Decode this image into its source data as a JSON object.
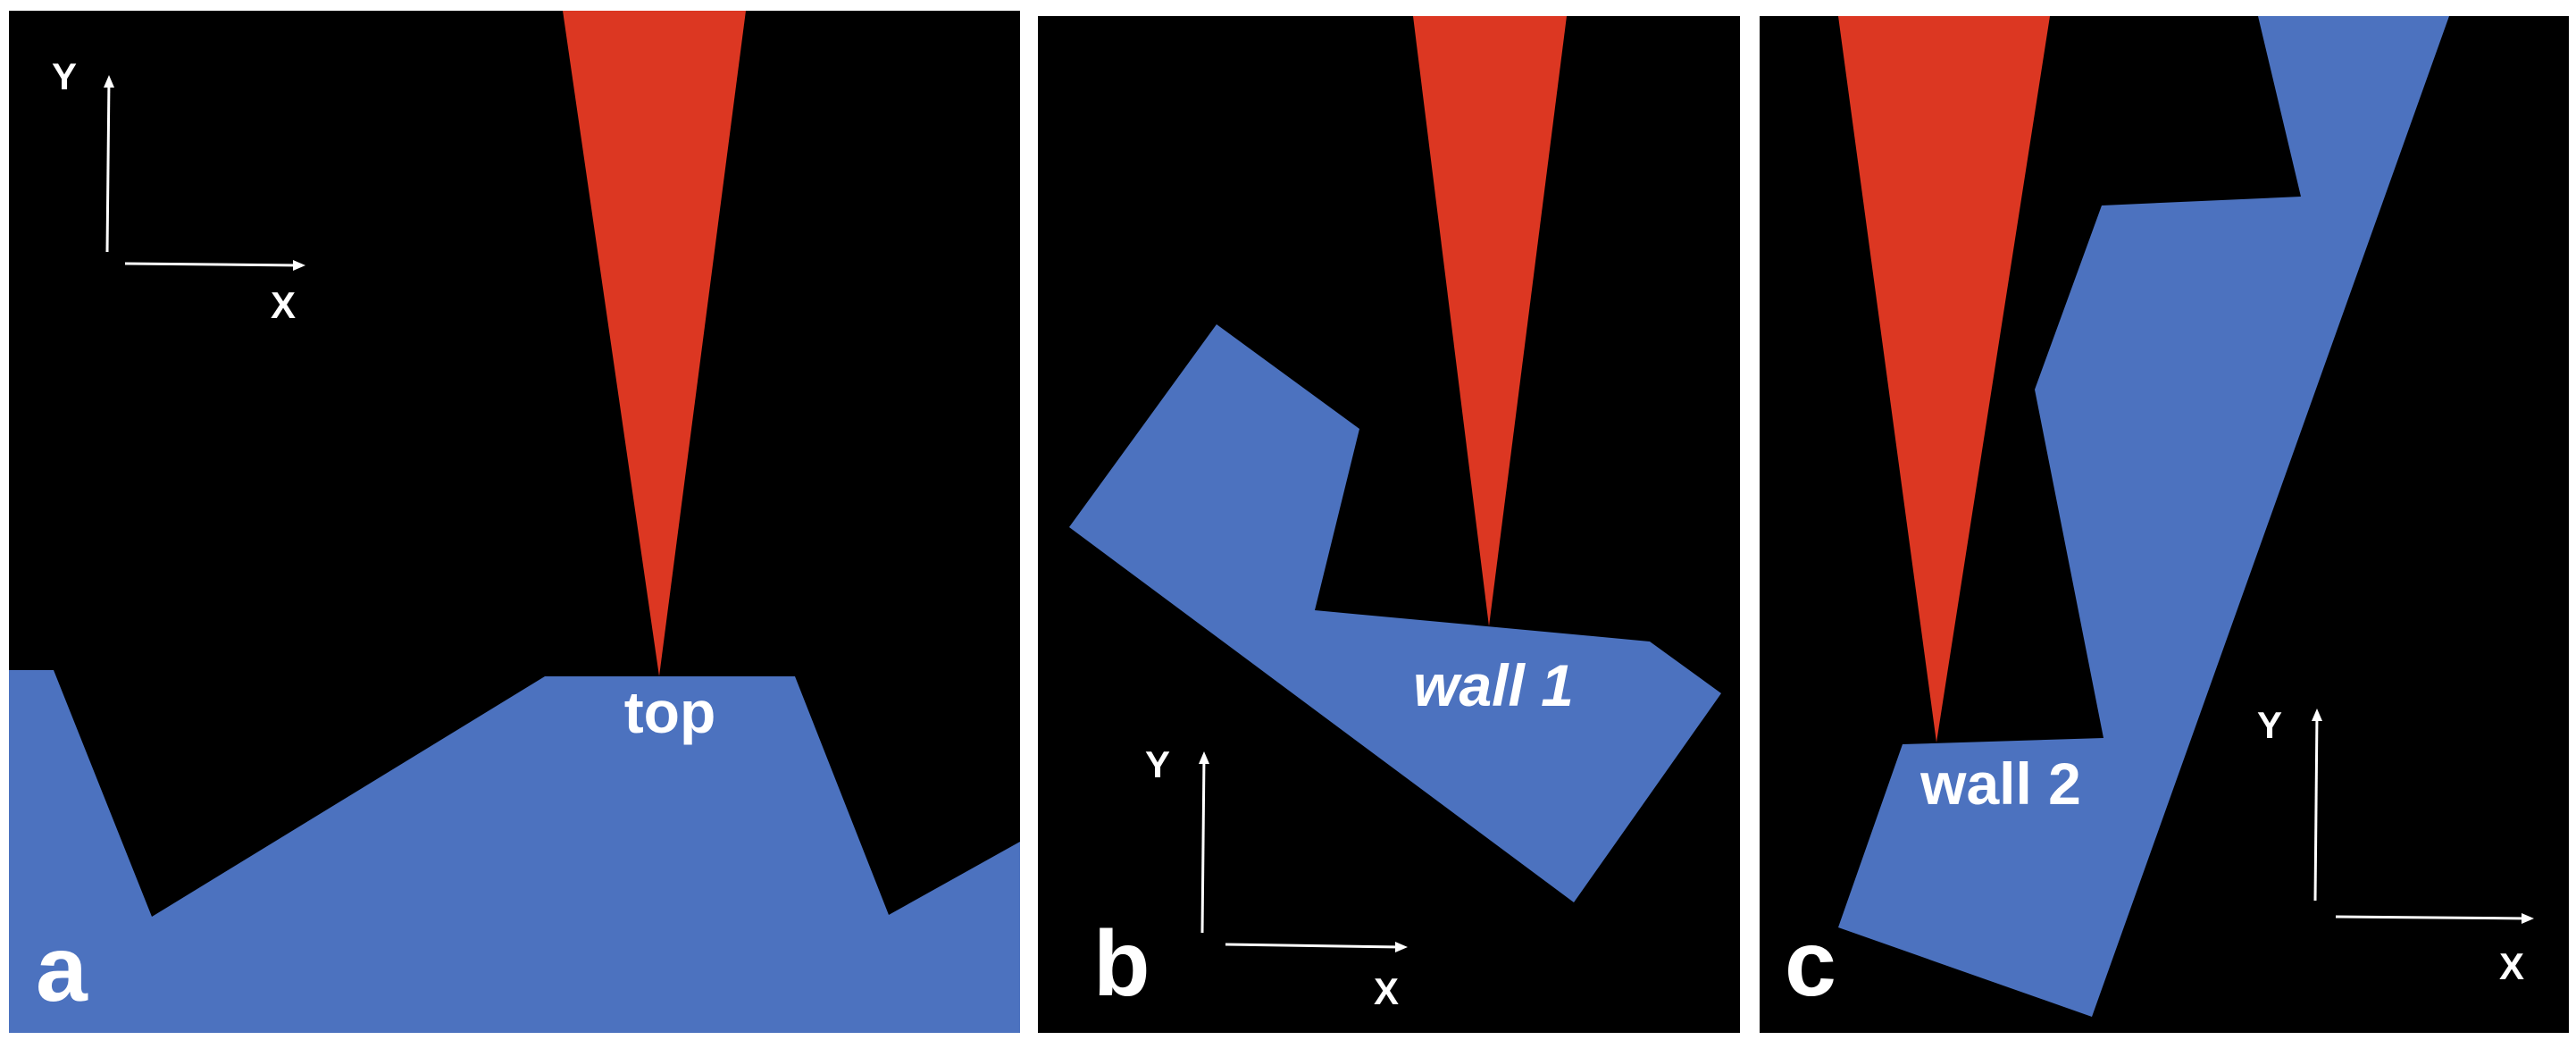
{
  "colors": {
    "background": "#000000",
    "sample": "#4c72bf",
    "probe": "#dc3722",
    "text": "#ffffff"
  },
  "panels": [
    {
      "letter": "a",
      "surface_label": "top",
      "axis_y": "Y",
      "axis_x": "X"
    },
    {
      "letter": "b",
      "surface_label": "wall 1",
      "axis_y": "Y",
      "axis_x": "X"
    },
    {
      "letter": "c",
      "surface_label": "wall 2",
      "axis_y": "Y",
      "axis_x": "X"
    }
  ]
}
